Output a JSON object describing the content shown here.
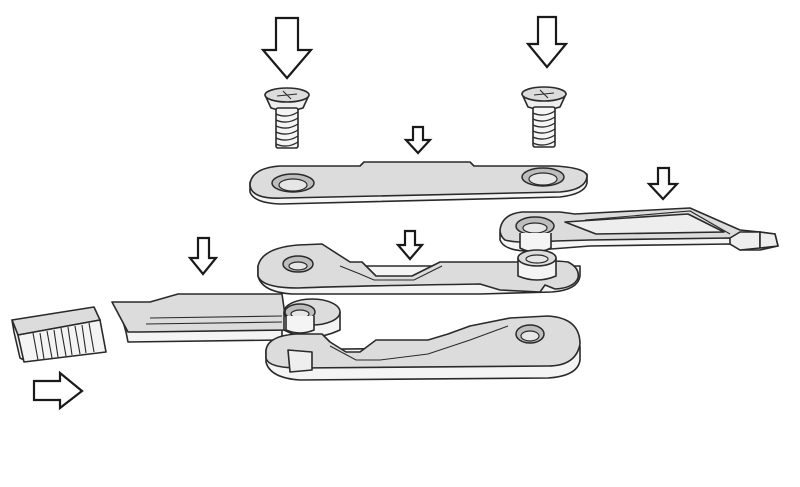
{
  "diagram": {
    "background": "#ffffff",
    "line_color": "#1a1a1a",
    "part_fill": "#dcdcdc",
    "part_side_fill": "#f4f4f4",
    "components": [
      "screw-left",
      "screw-right",
      "top-plate",
      "upper-blade-right",
      "middle-key-arm",
      "left-blade",
      "bottom-key-arm",
      "ridged-slider-block"
    ],
    "arrows": [
      {
        "name": "arrow-down-screw-left",
        "direction": "down"
      },
      {
        "name": "arrow-down-screw-right",
        "direction": "down"
      },
      {
        "name": "arrow-down-top-plate",
        "direction": "down"
      },
      {
        "name": "arrow-down-upper-blade",
        "direction": "down"
      },
      {
        "name": "arrow-down-middle-arm",
        "direction": "down"
      },
      {
        "name": "arrow-down-left-blade",
        "direction": "down"
      },
      {
        "name": "arrow-right-slider",
        "direction": "right"
      }
    ]
  }
}
